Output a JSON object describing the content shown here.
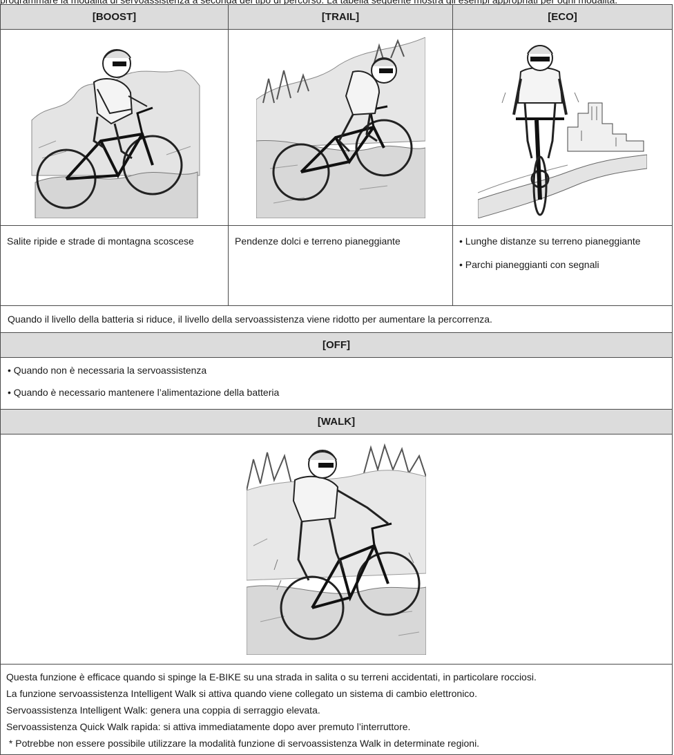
{
  "top_cut": "programmare la modalità di servoassistenza a seconda del tipo di percorso. La tabella seguente mostra gli esempi appropriati per ogni modalità.",
  "modes": {
    "boost": {
      "title": "[BOOST]",
      "desc": "Salite ripide e strade di montagna scoscese",
      "image_alt": "Cyclist climbing a steep rocky mountain trail"
    },
    "trail": {
      "title": "[TRAIL]",
      "desc": "Pendenze dolci e terreno pianeggiante",
      "image_alt": "Cyclist riding down a gentle rocky slope"
    },
    "eco": {
      "title": "[ECO]",
      "bullets": [
        "Lunghe distanze su terreno pianeggiante",
        "Parchi pianeggianti con segnali"
      ],
      "image_alt": "Cyclist riding on a road toward a city"
    }
  },
  "battery_note": "Quando il livello della batteria si riduce, il livello della servoassistenza viene ridotto per aumentare la percorrenza.",
  "off": {
    "title": "[OFF]",
    "bullets": [
      "Quando non è necessaria la servoassistenza",
      "Quando è necessario mantenere l’alimentazione della batteria"
    ]
  },
  "walk": {
    "title": "[WALK]",
    "image_alt": "Cyclist pushing E-BIKE over rocky terrain",
    "lines": [
      "Questa funzione è efficace quando si spinge la E-BIKE su una strada in salita o su terreni accidentati, in particolare rocciosi.",
      "La funzione servoassistenza Intelligent Walk si attiva quando viene collegato un sistema di cambio elettronico.",
      "Servoassistenza Intelligent Walk: genera una coppia di serraggio elevata.",
      "Servoassistenza Quick Walk rapida: si attiva immediatamente dopo aver premuto l’interruttore.",
      " * Potrebbe non essere possibile utilizzare la modalità funzione di servoassistenza Walk in determinate regioni."
    ]
  },
  "colors": {
    "header_bg": "#dcdcdc",
    "border": "#4a4a4a"
  }
}
